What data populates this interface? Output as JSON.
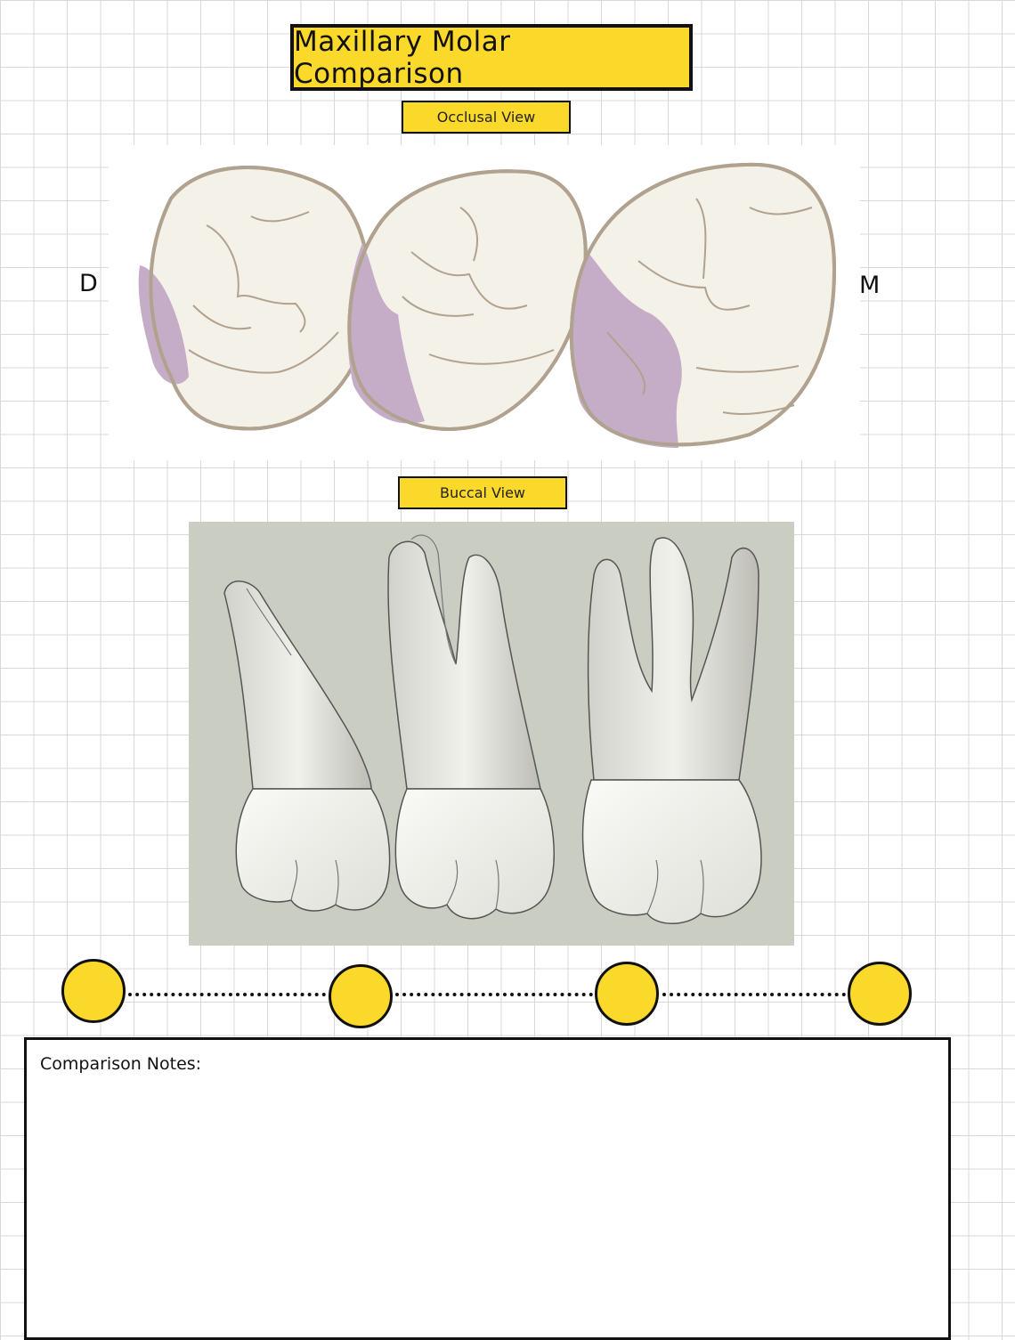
{
  "page": {
    "title": "Maxillary Molar Comparison",
    "accent_color": "#fbd92b"
  },
  "occlusal": {
    "label": "Occlusal View",
    "left_marker": "D",
    "right_marker": "M",
    "highlight_color": "#c5adc8"
  },
  "buccal": {
    "label": "Buccal View"
  },
  "timeline": {
    "points": 4
  },
  "notes": {
    "label": "Comparison Notes:"
  }
}
